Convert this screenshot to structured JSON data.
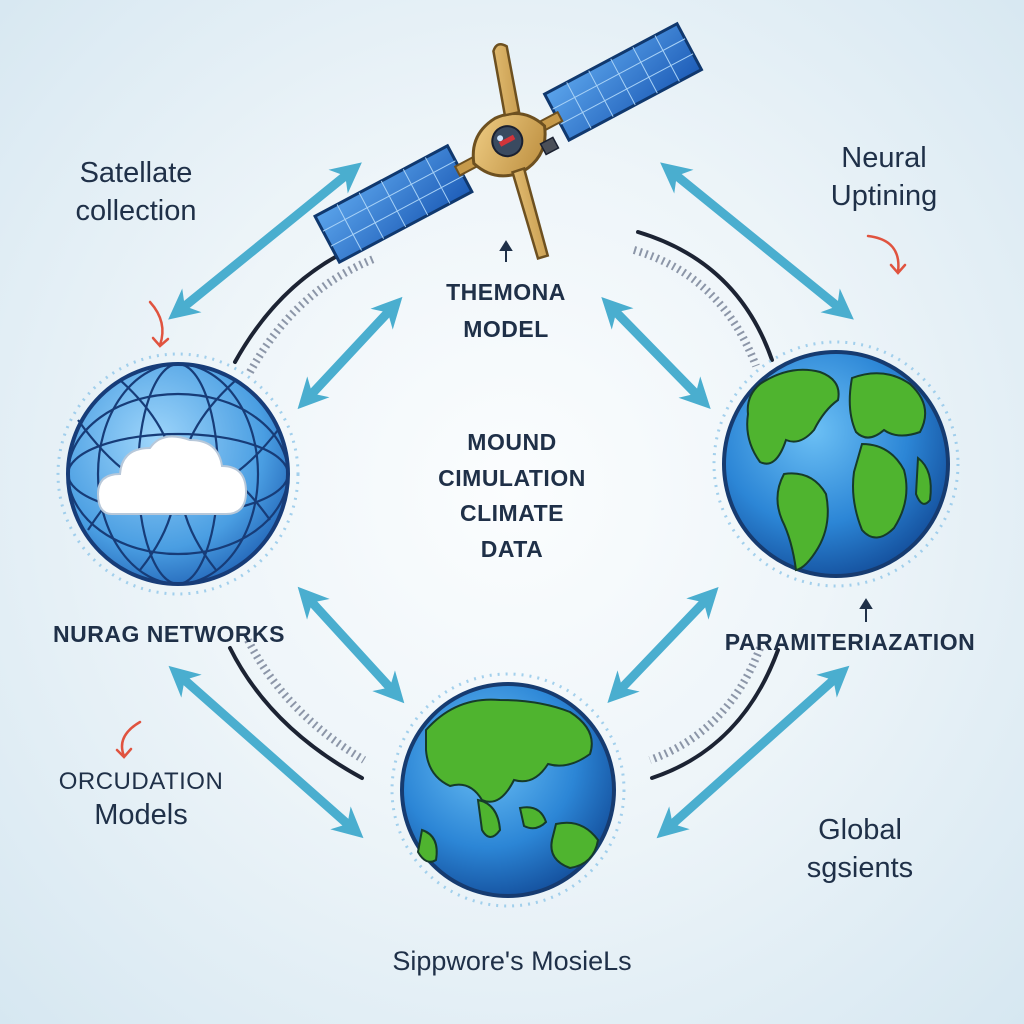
{
  "corner_labels": {
    "top_left": [
      "Satellate",
      "collection"
    ],
    "top_right": [
      "Neural",
      "Uptining"
    ],
    "bottom_left": [
      "ORCUDATION",
      "Models"
    ],
    "bottom_right": [
      "Global",
      "sgsients"
    ]
  },
  "nodes": {
    "top": {
      "name": [
        "THEMONA",
        "MODEL"
      ],
      "icon": "satellite-icon"
    },
    "left": {
      "name": "NURAG NETWORKS",
      "icon": "wireframe-globe-cloud-icon"
    },
    "right": {
      "name": "PARAMITERIAZATION",
      "icon": "earth-globe-icon"
    },
    "bottom": {
      "name": "Sippwore's MosieLs",
      "icon": "earth-globe-asia-icon"
    }
  },
  "center": [
    "MOUND",
    "CIMULATION",
    "CLIMATE",
    "DATA"
  ],
  "colors": {
    "arrow": "#4aaecf",
    "ocean": "#2f86d8",
    "land": "#4fb42f",
    "accent_red": "#e0533f",
    "arc": "#1c2333",
    "text": "#1f3048"
  }
}
